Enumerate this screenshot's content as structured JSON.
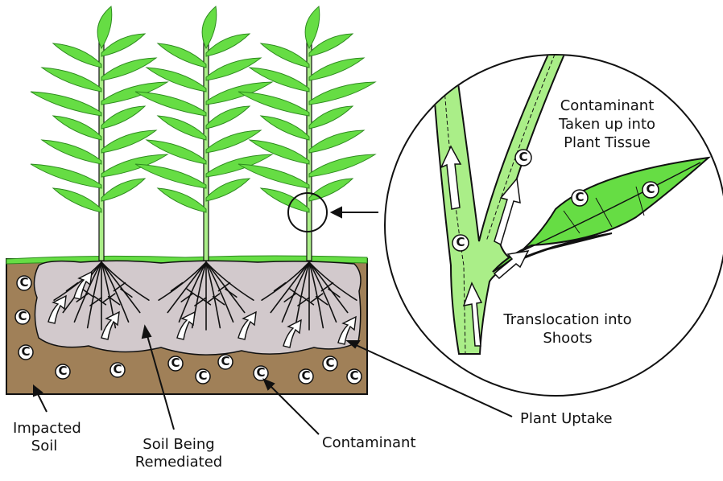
{
  "labels": {
    "impacted_soil": [
      "Impacted",
      "Soil"
    ],
    "soil_being_remediated": [
      "Soil Being",
      "Remediated"
    ],
    "contaminant": "Contaminant",
    "plant_uptake": "Plant Uptake",
    "contaminant_taken_up": [
      "Contaminant",
      "Taken up into",
      "Plant Tissue"
    ],
    "translocation": [
      "Translocation into",
      "Shoots"
    ],
    "contaminant_marker": "C"
  },
  "colors": {
    "leaf": "#66dd44",
    "leaf_dark": "#2e8b1f",
    "stem": "#99ee77",
    "soil": "#a08058",
    "remediated_zone": "#d2c9cc",
    "grass": "#66dd44",
    "outline": "#111111"
  }
}
